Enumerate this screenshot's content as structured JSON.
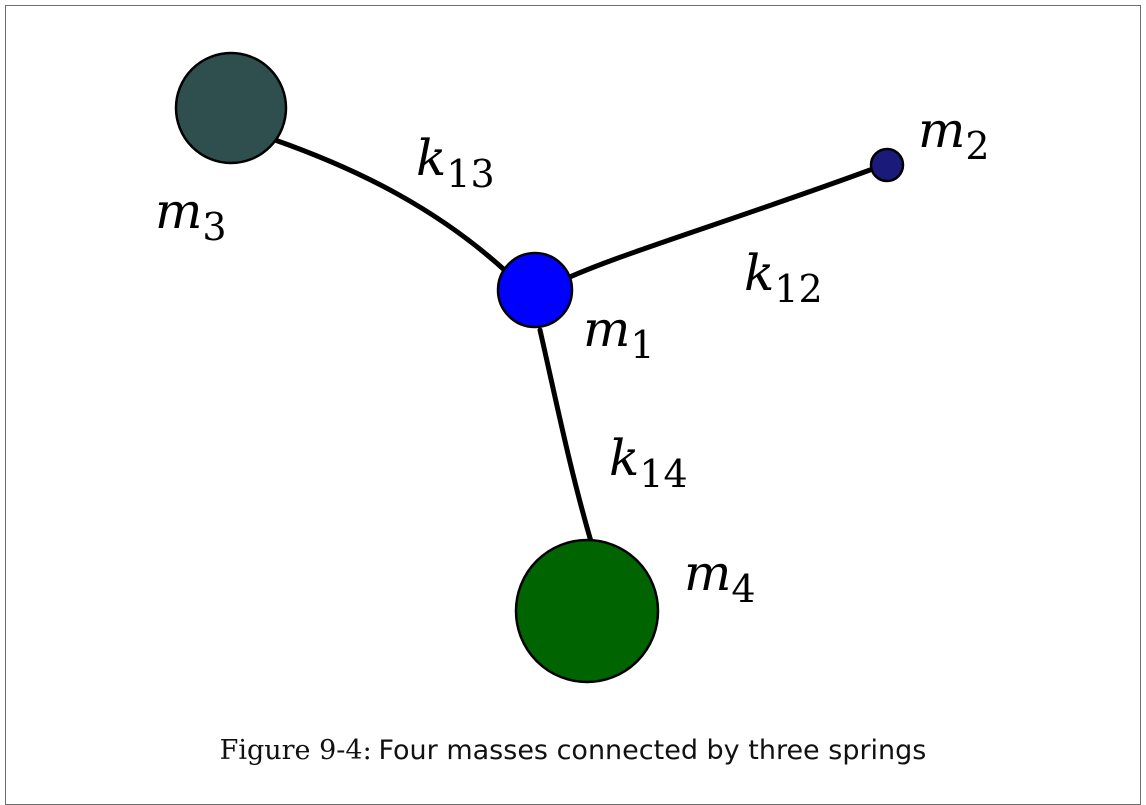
{
  "masses": [
    {
      "label": "m",
      "sub": "1",
      "color": "#0000ff"
    },
    {
      "label": "m",
      "sub": "2",
      "color": "#1a1a7a"
    },
    {
      "label": "m",
      "sub": "3",
      "color": "#2f4f4f"
    },
    {
      "label": "m",
      "sub": "4",
      "color": "#006400"
    }
  ],
  "springs": [
    {
      "label": "k",
      "sub": "12",
      "from": "m1",
      "to": "m2"
    },
    {
      "label": "k",
      "sub": "13",
      "from": "m1",
      "to": "m3"
    },
    {
      "label": "k",
      "sub": "14",
      "from": "m1",
      "to": "m4"
    }
  ],
  "caption": {
    "prefix": "Figure 9-4:",
    "text": "Four masses connected by three springs"
  }
}
